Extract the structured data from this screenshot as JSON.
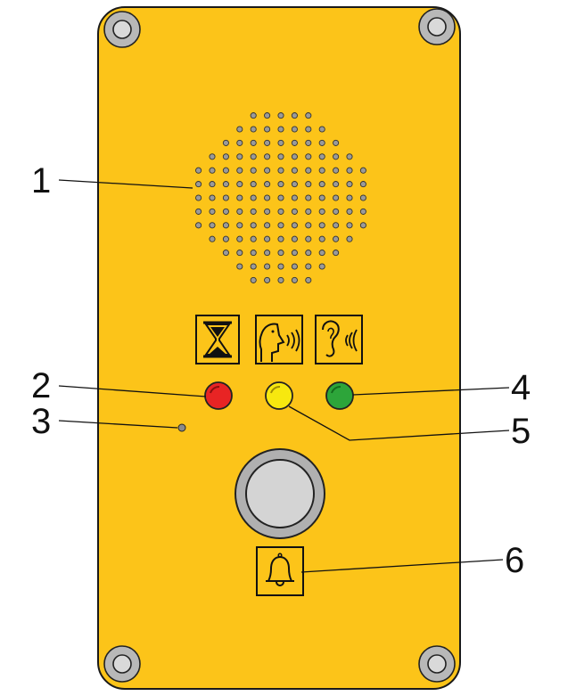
{
  "panel": {
    "color": "#FCC419",
    "outline_color": "#1a1a1a"
  },
  "icons": {
    "waiting": "hourglass-icon",
    "speaking": "speaking-head-icon",
    "listening": "listening-ear-icon",
    "call_bell": "bell-icon"
  },
  "leds": {
    "red": "#E82424",
    "yellow": "#F7E80F",
    "green": "#2DA53A"
  },
  "callouts": [
    {
      "id": "1",
      "text": "1"
    },
    {
      "id": "2",
      "text": "2"
    },
    {
      "id": "3",
      "text": "3"
    },
    {
      "id": "4",
      "text": "4"
    },
    {
      "id": "5",
      "text": "5"
    },
    {
      "id": "6",
      "text": "6"
    }
  ]
}
